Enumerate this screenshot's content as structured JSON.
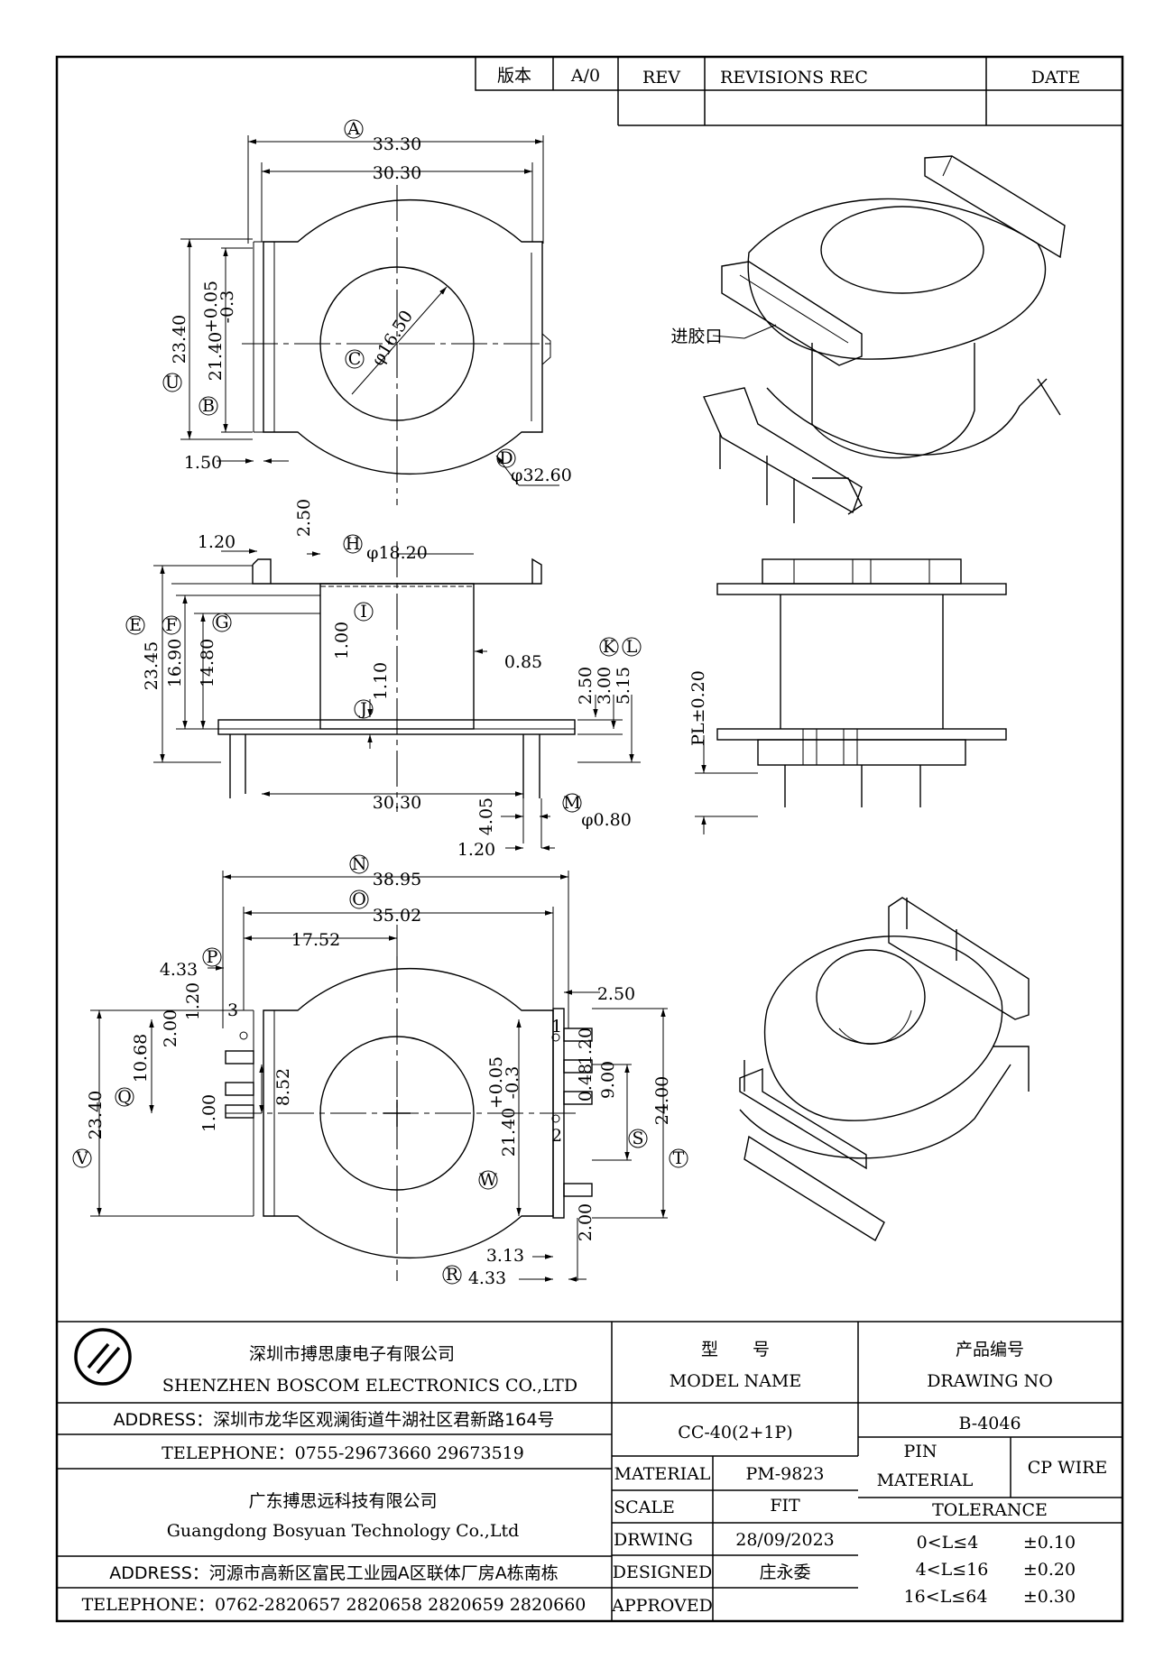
{
  "revision_block": {
    "version_label": "版本",
    "version_value": "A/0",
    "rev_label": "REV",
    "revisions_label": "REVISIONS REC",
    "date_label": "DATE"
  },
  "top_view": {
    "dims": {
      "A": "33.30",
      "inner_width": "30.30",
      "U": "23.40",
      "B": "21.40",
      "B_tol_plus": "+0.05",
      "B_tol_minus": "-0.3",
      "C": "φ16.50",
      "flange_thk": "1.50",
      "D": "φ32.60"
    },
    "circle_labels": [
      "A",
      "U",
      "B",
      "C",
      "D"
    ]
  },
  "iso_view": {
    "gate_label": "进胶口"
  },
  "side_view": {
    "dims": {
      "d120": "1.20",
      "d250_top": "2.50",
      "H": "φ18.20",
      "I": "1.00",
      "E": "23.45",
      "F": "16.90",
      "G": "14.80",
      "J": "1.10",
      "wall": "0.85",
      "K": "2.50",
      "L_a": "3.00",
      "L_b": "5.15",
      "base_width": "30.30",
      "pin_len": "4.05",
      "M": "φ0.80",
      "pin_pitch": "1.20"
    },
    "circle_labels": [
      "H",
      "I",
      "E",
      "F",
      "G",
      "J",
      "K",
      "L",
      "M"
    ]
  },
  "front_view": {
    "pl_label": "PL±0.20"
  },
  "bottom_view": {
    "dims": {
      "N": "38.95",
      "O": "35.02",
      "half": "17.52",
      "P": "4.33",
      "d120_a": "1.20",
      "d200_a": "2.00",
      "Q": "10.68",
      "V": "23.40",
      "d852": "8.52",
      "d100": "1.00",
      "W": "21.40",
      "W_tol_plus": "+0.05",
      "W_tol_minus": "-0.3",
      "d250_r": "2.50",
      "d120_r": "1.20",
      "d048": "0.48",
      "S": "9.00",
      "T": "24.00",
      "d200_r": "2.00",
      "d313": "3.13",
      "R": "4.33"
    },
    "pin_numbers": [
      "3",
      "1",
      "2"
    ],
    "circle_labels": [
      "N",
      "O",
      "P",
      "Q",
      "V",
      "W",
      "S",
      "T",
      "R"
    ]
  },
  "title_block": {
    "company1_cn": "深圳市搏思康电子有限公司",
    "company1_en": "SHENZHEN BOSCOM ELECTRONICS CO.,LTD",
    "address1": "ADDRESS：深圳市龙华区观澜街道牛湖社区君新路164号",
    "telephone1": "TELEPHONE：0755-29673660 29673519",
    "company2_cn": "广东搏思远科技有限公司",
    "company2_en": "Guangdong Bosyuan Technology Co.,Ltd",
    "address2": "ADDRESS：河源市高新区富民工业园A区联体厂房A栋南栋",
    "telephone2": "TELEPHONE：0762-2820657 2820658 2820659 2820660",
    "model_cn": "型　　号",
    "model_en": "MODEL NAME",
    "model_value": "CC-40(2+1P)",
    "drawing_cn": "产品编号",
    "drawing_en": "DRAWING NO",
    "drawing_value": "B-4046",
    "material_label": "MATERIAL",
    "material_value": "PM-9823",
    "scale_label": "SCALE",
    "scale_value": "FIT",
    "drawing_date_label": "DRWING",
    "drawing_date_value": "28/09/2023",
    "designed_label": "DESIGNED",
    "designed_value": "庄永委",
    "approved_label": "APPROVED",
    "approved_value": "",
    "pin_material_line1": "PIN",
    "pin_material_line2": "MATERIAL",
    "pin_material_value": "CP WIRE",
    "tolerance_label": "TOLERANCE",
    "tolerance_rows": [
      {
        "range": "0<L≤4",
        "tol": "±0.10"
      },
      {
        "range": "4<L≤16",
        "tol": "±0.20"
      },
      {
        "range": "16<L≤64",
        "tol": "±0.30"
      }
    ]
  }
}
